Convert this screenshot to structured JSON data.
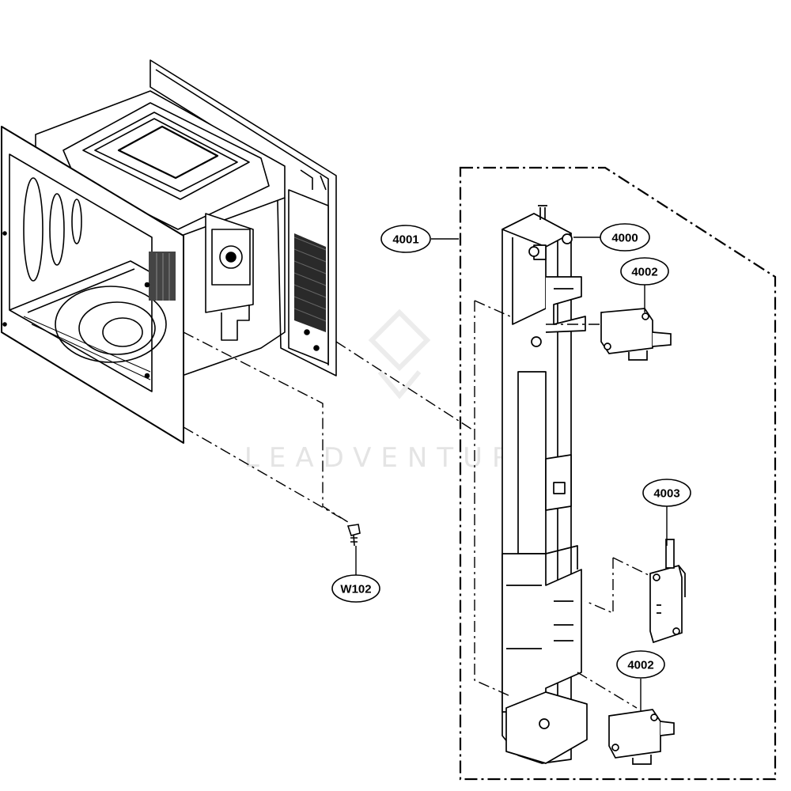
{
  "diagram": {
    "callouts": [
      {
        "id": "c-4001",
        "label": "4001"
      },
      {
        "id": "c-4000",
        "label": "4000"
      },
      {
        "id": "c-4002-top",
        "label": "4002"
      },
      {
        "id": "c-4003",
        "label": "4003"
      },
      {
        "id": "c-4002-bottom",
        "label": "4002"
      },
      {
        "id": "c-w102",
        "label": "W102"
      }
    ],
    "watermark": "LEADVENTURE",
    "colors": {
      "line": "#000000",
      "background": "#ffffff",
      "watermark": "#e4e4e4"
    }
  }
}
